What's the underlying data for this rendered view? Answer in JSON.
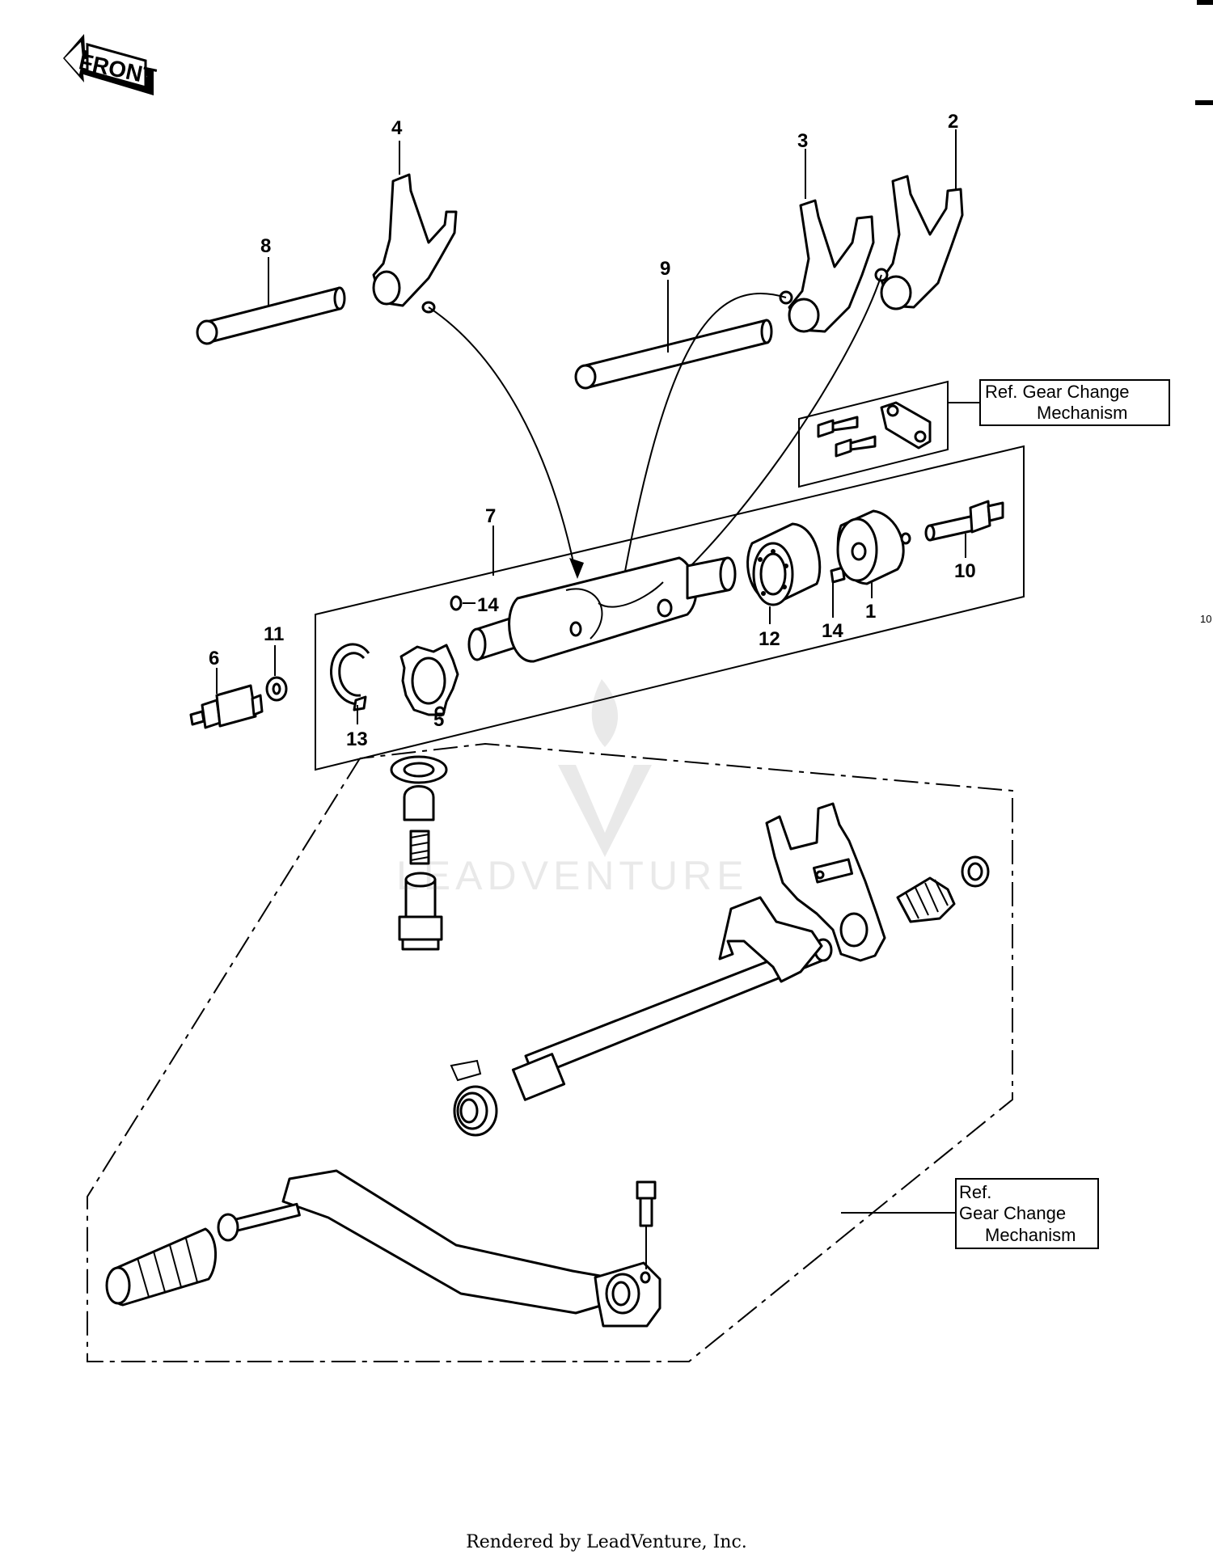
{
  "front_arrow": {
    "text": "FRONT"
  },
  "callouts": {
    "c1": "1",
    "c2": "2",
    "c3": "3",
    "c4": "4",
    "c5": "5",
    "c6": "6",
    "c7": "7",
    "c8": "8",
    "c9": "9",
    "c10": "10",
    "c11": "11",
    "c12": "12",
    "c13": "13",
    "c14a": "14",
    "c14b": "14"
  },
  "ref_boxes": {
    "top_line1": "Ref.  Gear Change",
    "top_line2": "Mechanism",
    "bottom_line1": "Ref.",
    "bottom_line2": "Gear Change",
    "bottom_line3": "Mechanism"
  },
  "edge_marks": {
    "right_text": "10"
  },
  "watermark": {
    "text": "LEADVENTURE"
  },
  "footer": {
    "text": "Rendered by LeadVenture, Inc."
  }
}
